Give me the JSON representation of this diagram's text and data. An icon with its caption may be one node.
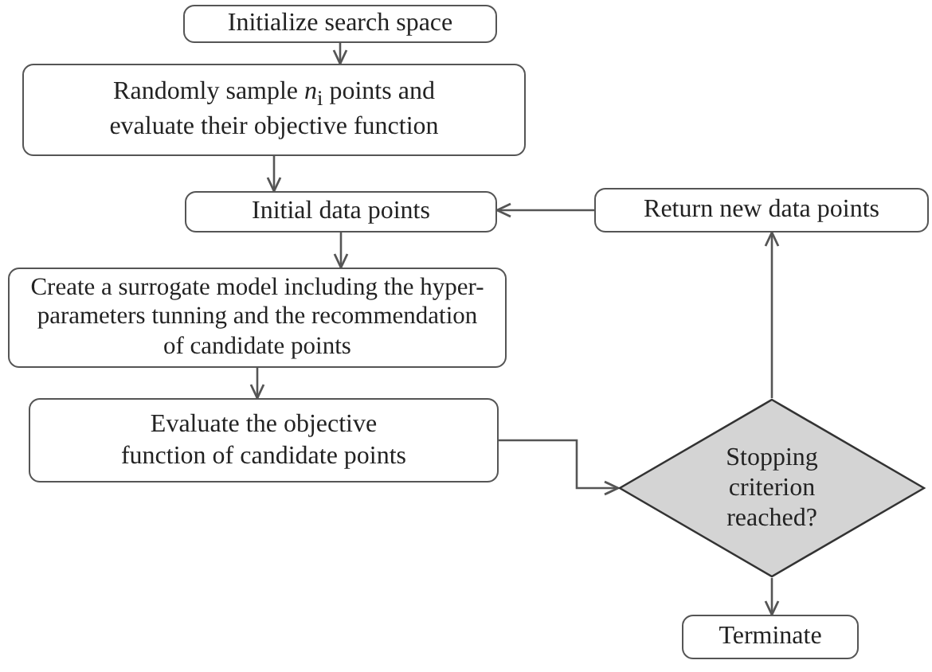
{
  "diagram": {
    "nodes": [
      {
        "text": [
          "Initialize search space"
        ]
      },
      {
        "text": [
          "Randomly sample *n*$_{i}$ points and evaluate their objective function"
        ]
      },
      {
        "text": [
          "Initial data points"
        ]
      },
      {
        "text": [
          "Return new data points"
        ]
      },
      {
        "text": [
          "Create a surrogate model including the hyper-parameters tunning and the recommendation of candidate points"
        ]
      },
      {
        "text": [
          "Evaluate the objective function of candidate points"
        ]
      },
      {
        "text": [
          "Stopping criterion reached?"
        ]
      },
      {
        "text": [
          "Terminate"
        ]
      }
    ],
    "edges": [
      {
        "from": 0,
        "to": 1,
        "arrow": "to"
      },
      {
        "from": 1,
        "to": 2,
        "arrow": "to"
      },
      {
        "from": 2,
        "to": 4,
        "arrow": "to"
      },
      {
        "from": 4,
        "to": 5,
        "arrow": "to"
      },
      {
        "from": 5,
        "to": 6,
        "arrow": "to"
      },
      {
        "from": 6,
        "to": 3,
        "arrow": "to"
      },
      {
        "from": 3,
        "to": 2,
        "arrow": "to"
      },
      {
        "from": 6,
        "to": 7,
        "arrow": "to"
      }
    ]
  }
}
